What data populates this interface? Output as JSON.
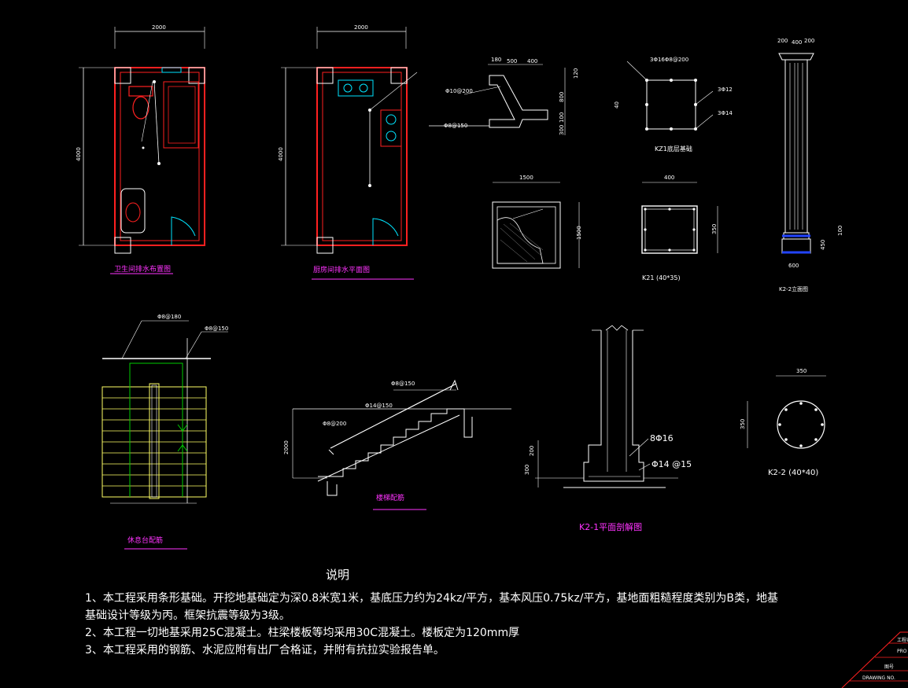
{
  "dims": {
    "bath_width": "2000",
    "bath_height": "4000",
    "kitchen_width": "2000",
    "kitchen_height": "4000",
    "beam_180": "180",
    "beam_500": "500",
    "beam_400": "400",
    "beam_120": "120",
    "beam_800": "800",
    "beam_100": "100",
    "beam_300": "300",
    "kz1_40": "40",
    "pad_1500_w": "1500",
    "pad_1500_h": "1500",
    "k21_400": "400",
    "k21_350": "350",
    "col_200a": "200",
    "col_400": "400",
    "col_200b": "200",
    "col_600": "600",
    "col_450": "450",
    "col_100": "100",
    "stair_2000": "2000",
    "k21s_200": "200",
    "k21s_300": "300",
    "k22_350_w": "350",
    "k22_350_h": "350"
  },
  "rebar": {
    "beam_a": "Φ10@200",
    "beam_b": "Φ8@150",
    "kz1_top": "3Φ16Φ8@200",
    "kz1_mid": "3Φ12",
    "kz1_bot": "3Φ14",
    "platform_a": "Φ8@180",
    "platform_b": "Φ8@150",
    "stair_a": "Φ8@150",
    "stair_b": "Φ14@150",
    "stair_c": "Φ8@200",
    "k21s_a": "8Φ16",
    "k21s_b": "Φ14 @15"
  },
  "titles": {
    "bath": "卫生间排水布置图",
    "kitchen": "厨房间排水平面图",
    "kz1": "KZ1底层基础",
    "k21": "K21 (40*35)",
    "k23": "K2-2立面图",
    "platform": "休息台配筋",
    "stair": "楼梯配筋",
    "k21_section": "K2-1平面剖解图",
    "k22": "K2-2 (40*40)"
  },
  "notes": {
    "title": "说明",
    "line1": "1、本工程采用条形基础。开挖地基础定为深0.8米宽1米，基底压力约为24kz/平方，基本风压0.75kz/平方，基地面粗糙程度类别为B类，地基",
    "line2": "基础设计等级为丙。框架抗震等级为3级。",
    "line3": "2、本工程一切地基采用25C混凝土。柱梁楼板等均采用30C混凝土。楼板定为120mm厚",
    "line4": "3、本工程采用的钢筋、水泥应附有出厂合格证，并附有抗拉实验报告单。"
  },
  "titleblock": {
    "a": "工程名称",
    "b": "PRO",
    "c": "图号",
    "d": "DRAWING NO."
  },
  "colors": {
    "wall": "#ff2020",
    "line": "#ffffff",
    "magenta": "#ff33ff",
    "green": "#00cc00",
    "cyan": "#00e5ff",
    "yellow": "#ffff66",
    "blue": "#2244ff"
  }
}
